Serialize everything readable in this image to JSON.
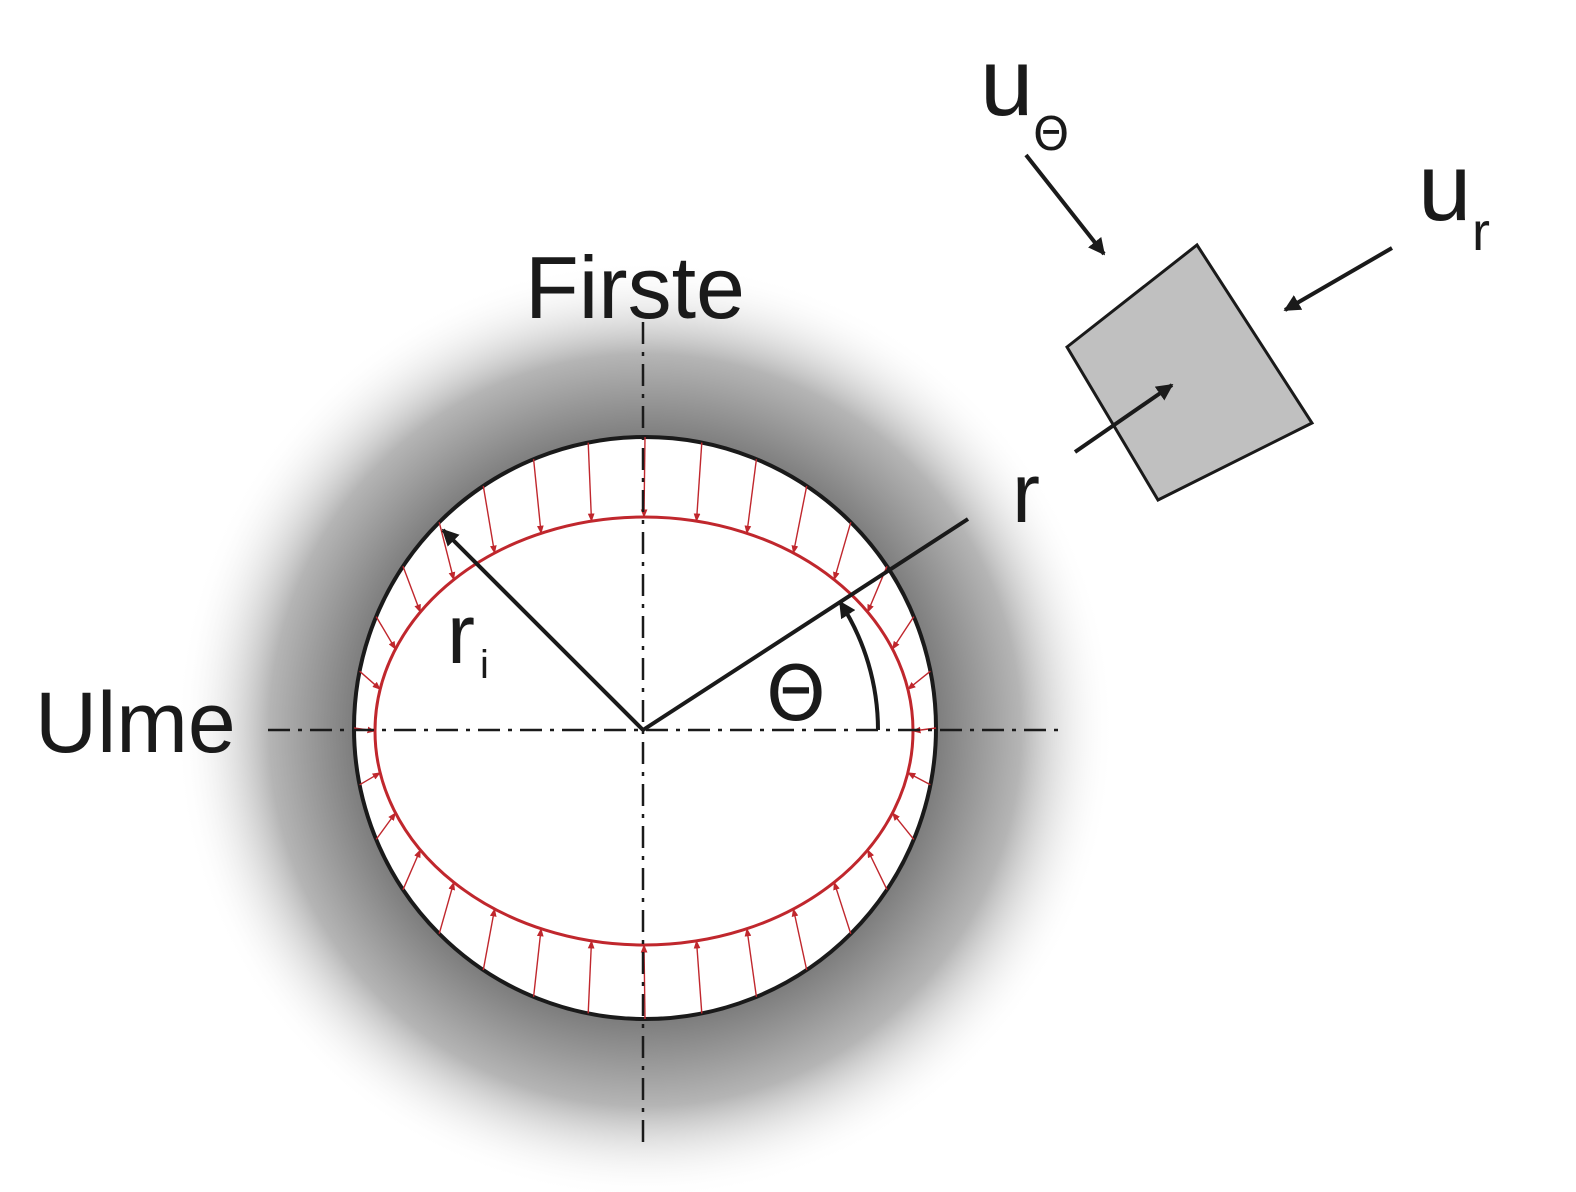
{
  "labels": {
    "crown": "Firste",
    "sidewall": "Ulme",
    "radius_inner": "r",
    "radius_inner_sub": "i",
    "radius": "r",
    "angle": "Θ",
    "disp_tangential": "u",
    "disp_tangential_sub": "Θ",
    "disp_radial": "u",
    "disp_radial_sub": "r"
  },
  "colors": {
    "deformed_contour": "#c0272d",
    "outline": "#1a1a1a",
    "element_fill": "#c0c0c0",
    "halo": "#6e6e6e"
  },
  "icons": {
    "element": "rotated-square",
    "arrows": "arrow-head"
  }
}
